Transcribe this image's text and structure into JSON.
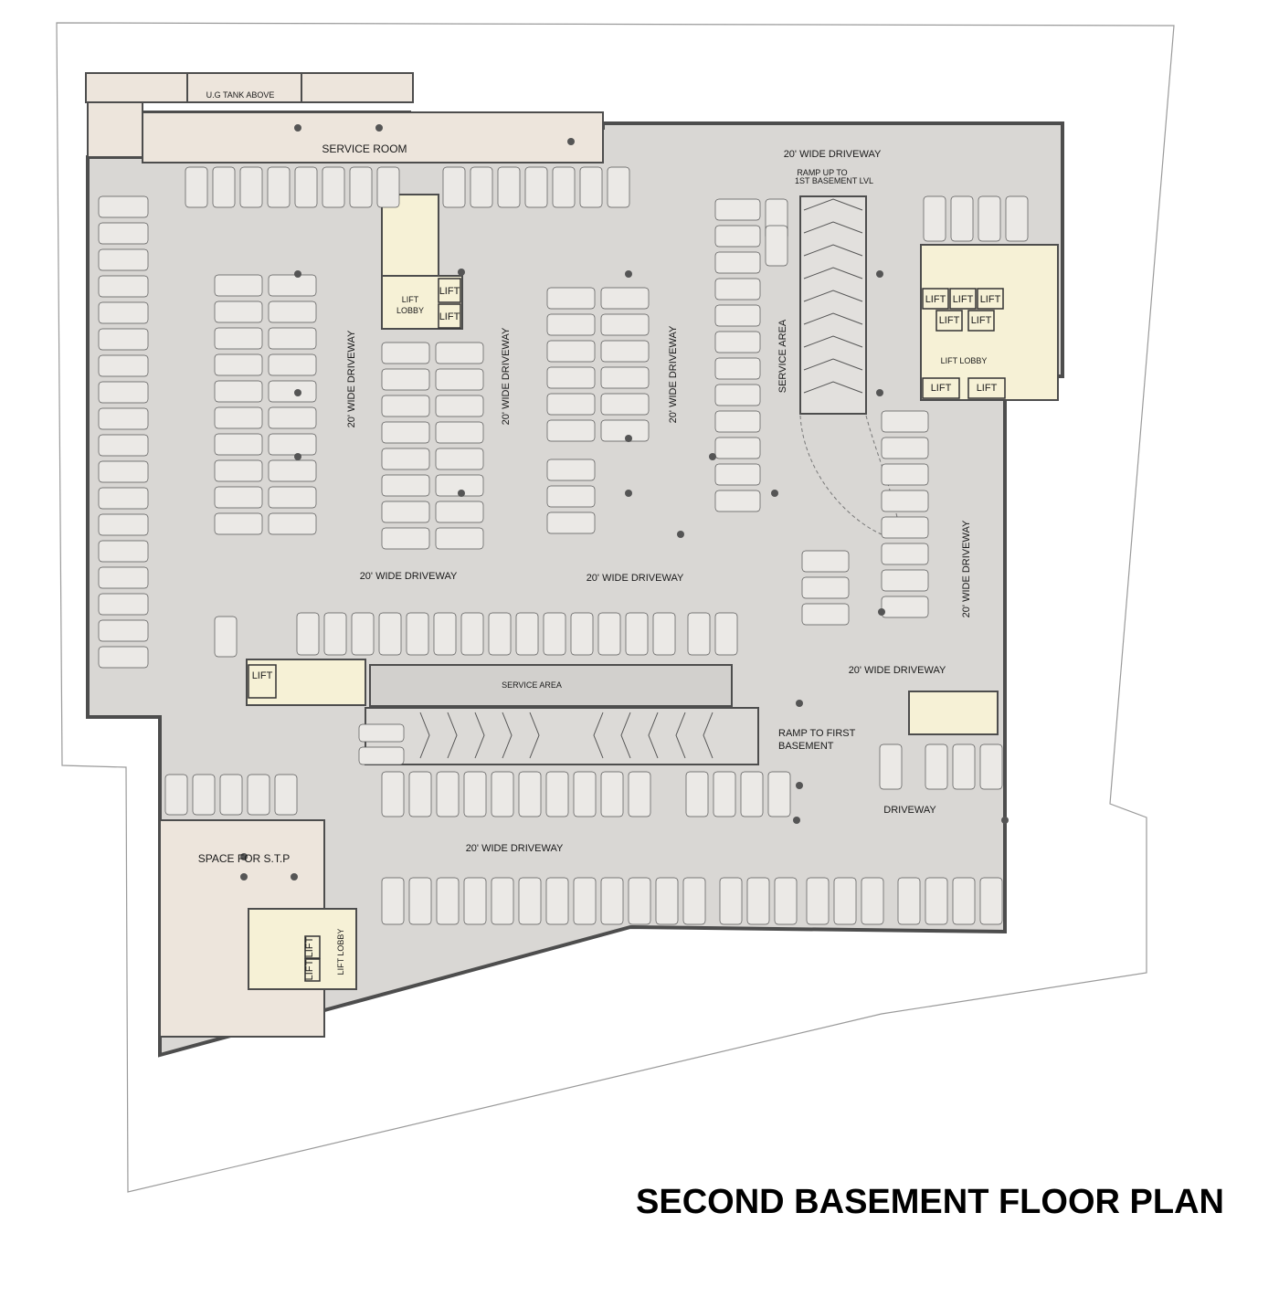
{
  "title": "SECOND BASEMENT FLOOR PLAN",
  "colors": {
    "site": "#ffffff",
    "floor": "#d9d7d4",
    "service": "#ede5dc",
    "core": "#f6f1d6",
    "wall": "#4d4d4d",
    "bay": "#ebe9e6"
  },
  "labels": {
    "ug_tank": "U.G TANK ABOVE",
    "service_room": "SERVICE ROOM",
    "driveway_top": "20' WIDE DRIVEWAY",
    "ramp_up": "RAMP UP TO",
    "ramp_up_2": "1ST BASEMENT LVL",
    "lift_lobby_a": "LIFT",
    "lift_lobby_a2": "LOBBY",
    "lift": "LIFT",
    "driveway_v1": "20' WIDE DRIVEWAY",
    "driveway_v2": "20' WIDE DRIVEWAY",
    "driveway_v3": "20' WIDE DRIVEWAY",
    "service_area_v": "SERVICE AREA",
    "lift_lobby_b": "LIFT  LOBBY",
    "driveway_mid1": "20' WIDE DRIVEWAY",
    "driveway_mid2": "20' WIDE DRIVEWAY",
    "driveway_right_v": "20' WIDE DRIVEWAY",
    "driveway_right_h": "20' WIDE DRIVEWAY",
    "service_area_h": "SERVICE AREA",
    "ramp_first": "RAMP TO FIRST",
    "ramp_first_2": "BASEMENT",
    "driveway_small": "DRIVEWAY",
    "stp": "SPACE FOR S.T.P",
    "driveway_bottom": "20' WIDE DRIVEWAY",
    "lift_lobby_c": "LIFT  LOBBY"
  }
}
